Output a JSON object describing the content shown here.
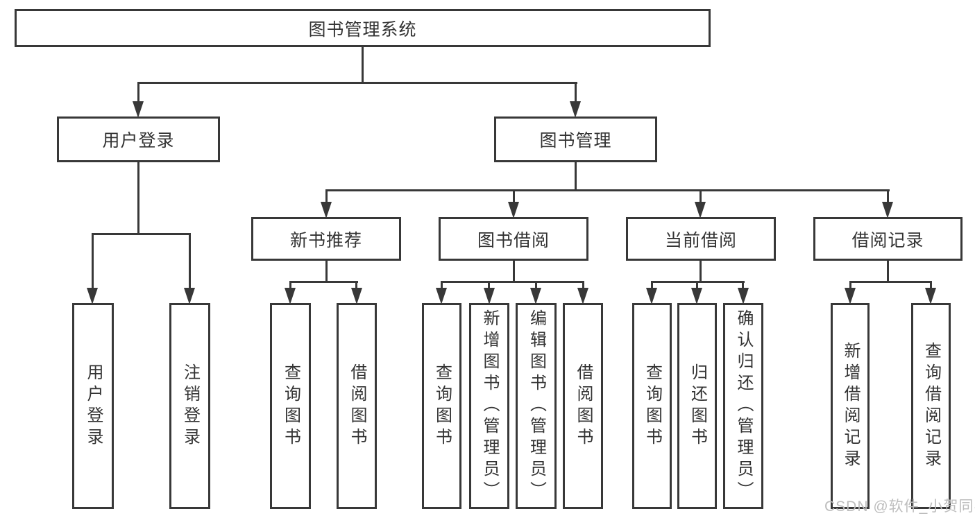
{
  "colors": {
    "line": "#383838",
    "text": "#333333",
    "watermark": "#bdbdbd",
    "background": "#ffffff"
  },
  "tree": {
    "root": "图书管理系统",
    "branches": [
      {
        "label": "用户登录",
        "children": [
          "用户登录",
          "注销登录"
        ]
      },
      {
        "label": "图书管理",
        "children": [
          {
            "label": "新书推荐",
            "children": [
              "查询图书",
              "借阅图书"
            ]
          },
          {
            "label": "图书借阅",
            "children": [
              "查询图书",
              "新增图书（管理员）",
              "编辑图书（管理员）",
              "借阅图书"
            ]
          },
          {
            "label": "当前借阅",
            "children": [
              "查询图书",
              "归还图书",
              "确认归还（管理员）"
            ]
          },
          {
            "label": "借阅记录",
            "children": [
              "新增借阅记录",
              "查询借阅记录"
            ]
          }
        ]
      }
    ]
  },
  "watermark": {
    "text": "CSDN @软件_小贺同学"
  }
}
